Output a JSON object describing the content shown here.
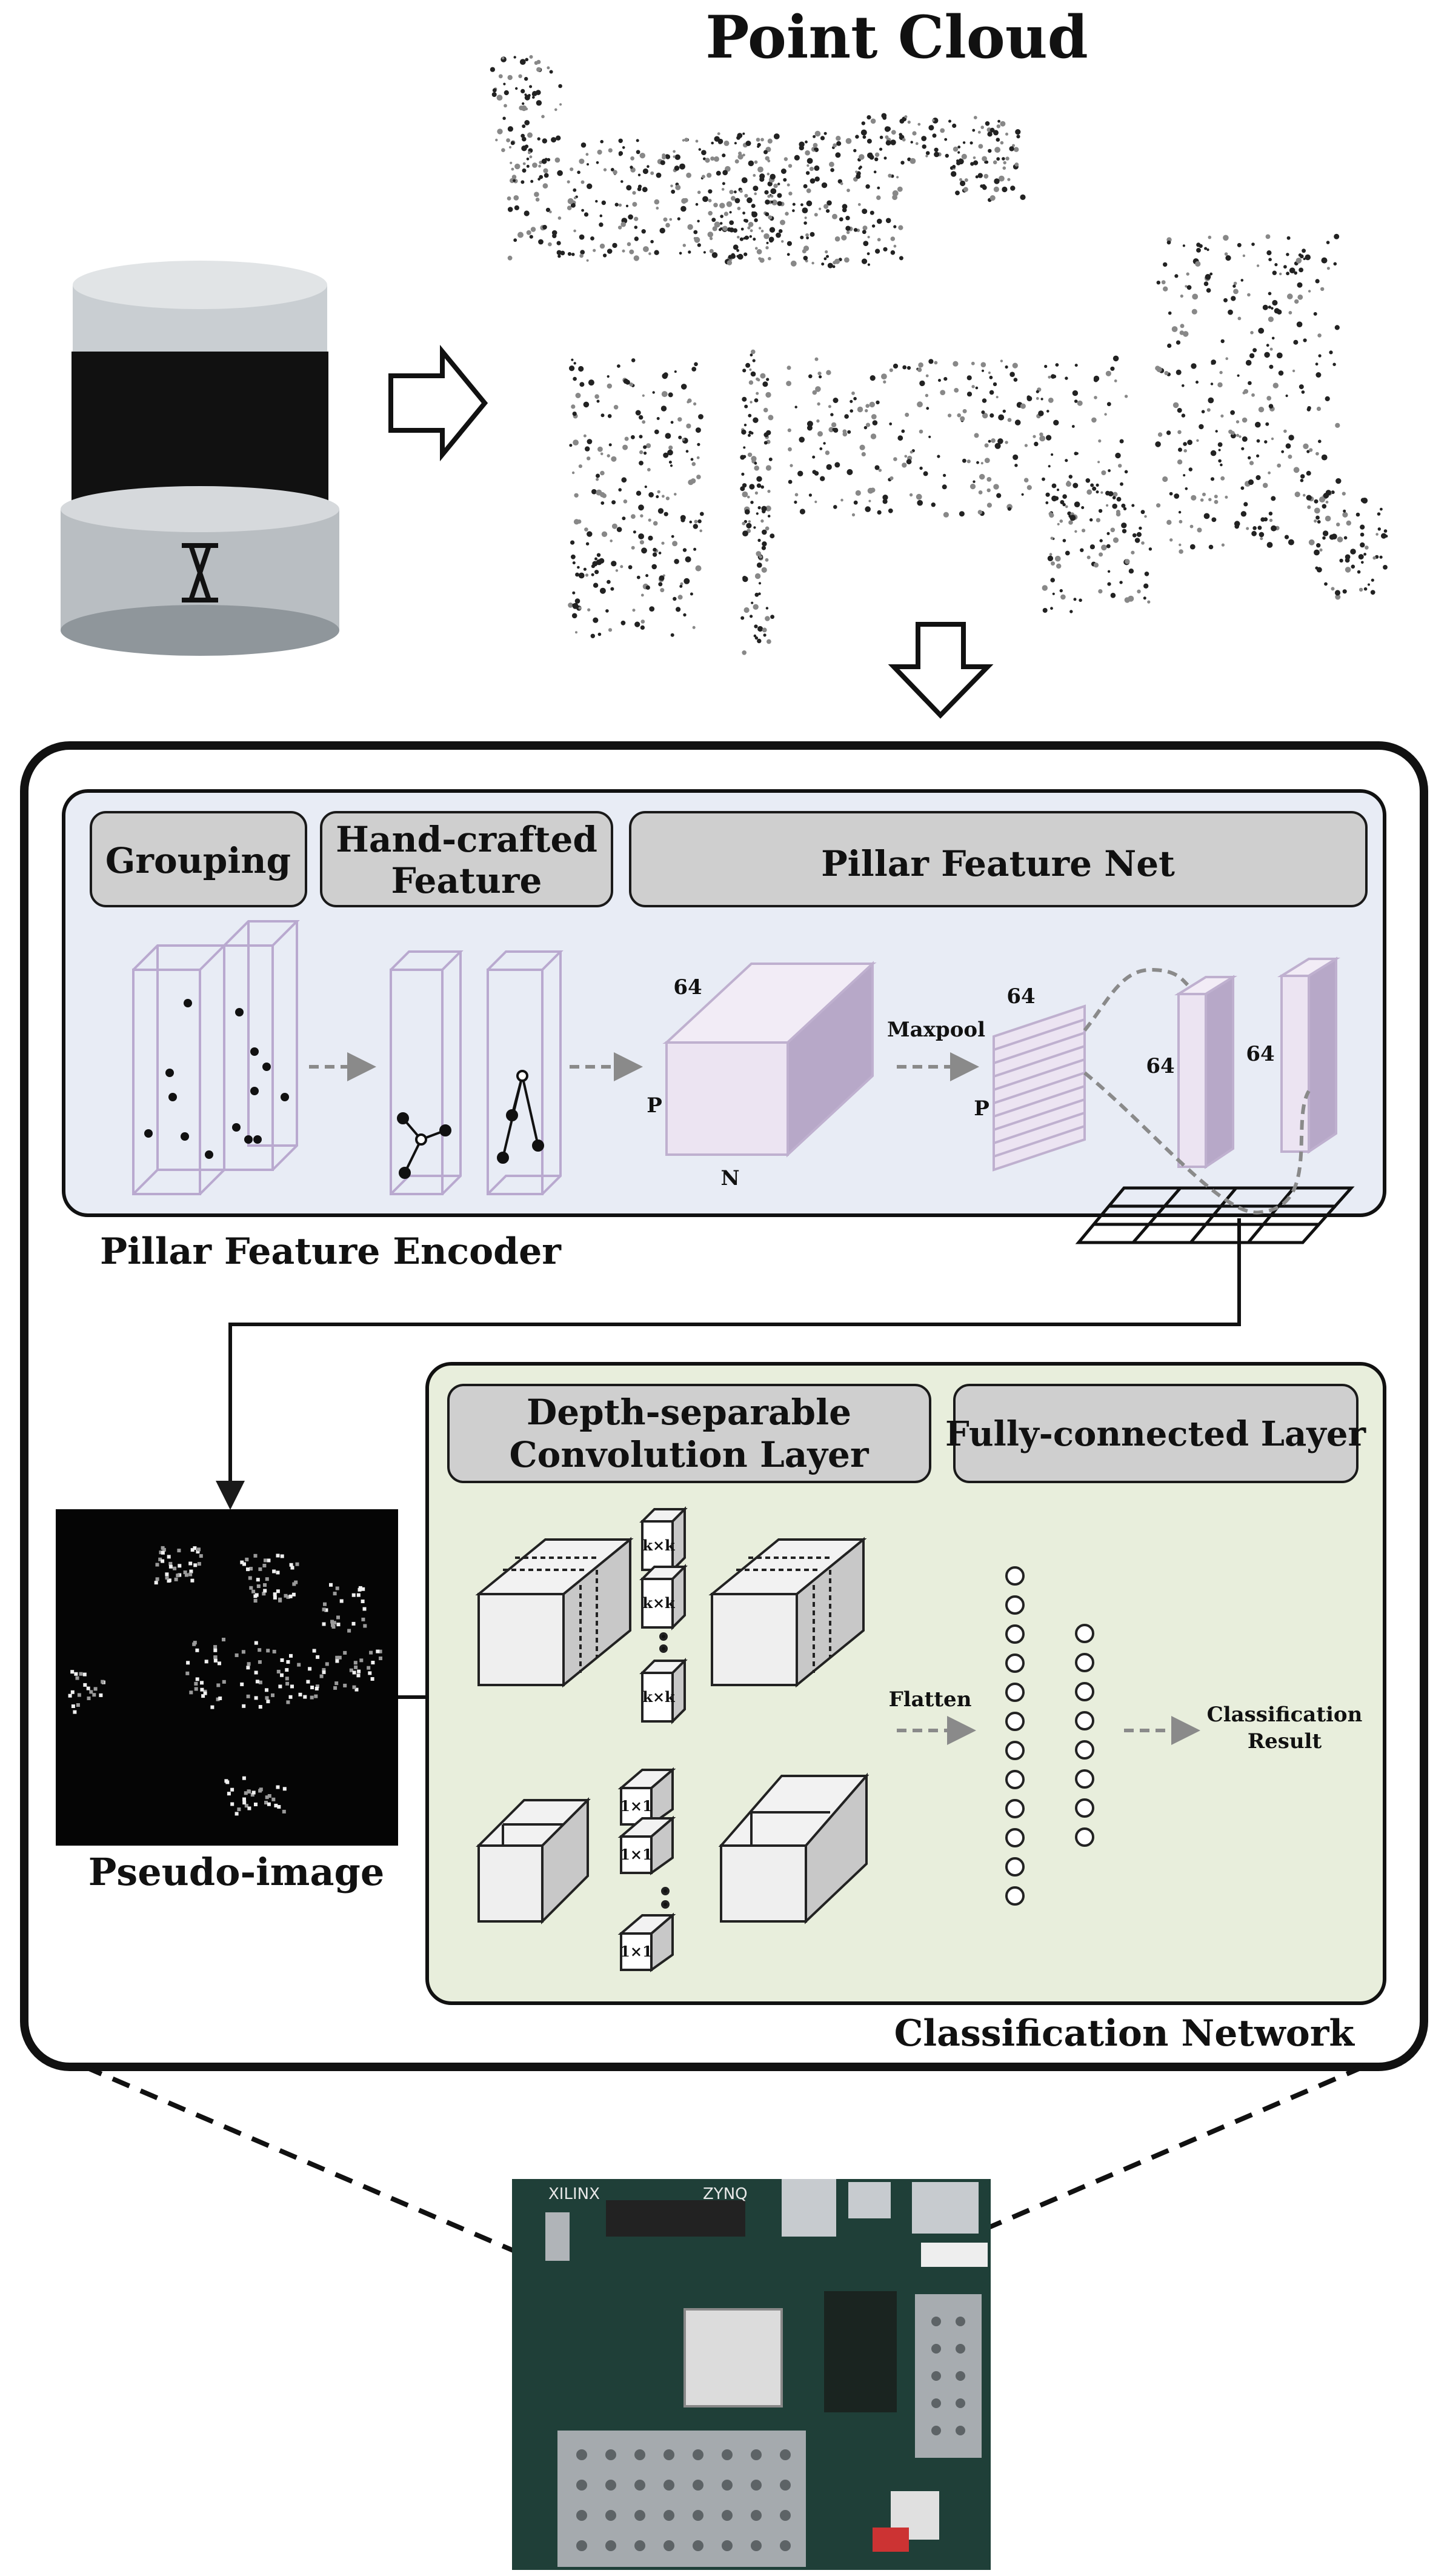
{
  "title": "Point Cloud",
  "encoder": {
    "caption": "Pillar Feature Encoder",
    "steps": [
      "Grouping",
      "Hand-crafted Feature",
      "Pillar Feature Net"
    ],
    "tensor": {
      "channels": "64",
      "pillars": "P",
      "points": "N"
    },
    "maxpool_label": "Maxpool",
    "pool_out": {
      "channels": "64",
      "pillars": "P"
    },
    "scatter": {
      "depth_a": "64",
      "depth_b": "64"
    }
  },
  "pseudo_image": {
    "caption": "Pseudo-image"
  },
  "classifier": {
    "caption": "Classification Network",
    "steps": [
      "Depth-separable Convolution Layer",
      "Fully-connected Layer"
    ],
    "depthwise_kernel": "k×k",
    "pointwise_kernel": "1×1",
    "flatten_label": "Flatten",
    "result_label": "Classification Result"
  },
  "board": {
    "brand": "XILINX",
    "chip": "ZYNQ"
  },
  "colors": {
    "encoder_panel": "#e8ecf5",
    "classifier_panel": "#e8eedc",
    "step_box": "#cfcfcf",
    "pillar_stroke": "#b9a9cf",
    "cube_face": "#ece4f2"
  }
}
